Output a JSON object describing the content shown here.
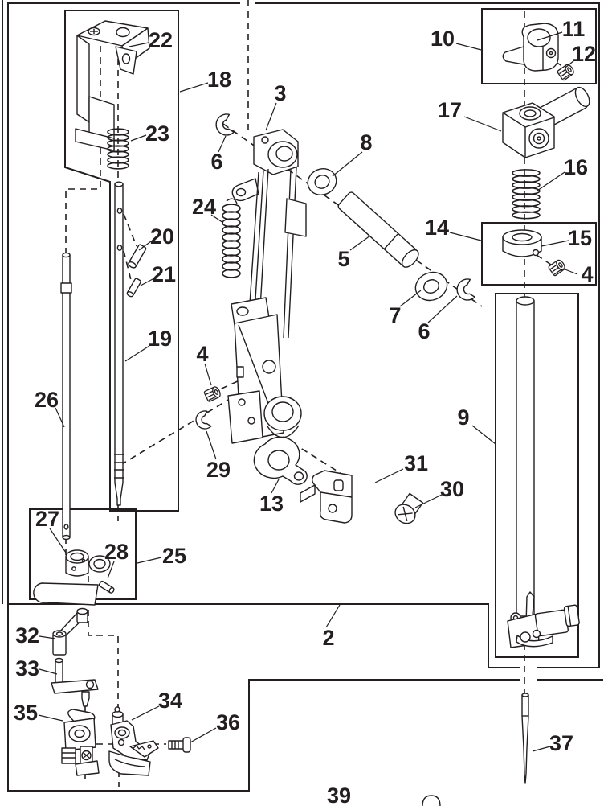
{
  "figure": {
    "type": "exploded-parts-diagram",
    "background_color": "#ffffff",
    "line_color": "#231f20",
    "callouts": [
      {
        "id": "2",
        "label": "2"
      },
      {
        "id": "3",
        "label": "3"
      },
      {
        "id": "4a",
        "label": "4"
      },
      {
        "id": "4b",
        "label": "4"
      },
      {
        "id": "5",
        "label": "5"
      },
      {
        "id": "6a",
        "label": "6"
      },
      {
        "id": "6b",
        "label": "6"
      },
      {
        "id": "7",
        "label": "7"
      },
      {
        "id": "8",
        "label": "8"
      },
      {
        "id": "9",
        "label": "9"
      },
      {
        "id": "10",
        "label": "10"
      },
      {
        "id": "11",
        "label": "11"
      },
      {
        "id": "12",
        "label": "12"
      },
      {
        "id": "13",
        "label": "13"
      },
      {
        "id": "14",
        "label": "14"
      },
      {
        "id": "15",
        "label": "15"
      },
      {
        "id": "16",
        "label": "16"
      },
      {
        "id": "17",
        "label": "17"
      },
      {
        "id": "18",
        "label": "18"
      },
      {
        "id": "19",
        "label": "19"
      },
      {
        "id": "20",
        "label": "20"
      },
      {
        "id": "21",
        "label": "21"
      },
      {
        "id": "22",
        "label": "22"
      },
      {
        "id": "23",
        "label": "23"
      },
      {
        "id": "24",
        "label": "24"
      },
      {
        "id": "25",
        "label": "25"
      },
      {
        "id": "26",
        "label": "26"
      },
      {
        "id": "27",
        "label": "27"
      },
      {
        "id": "28",
        "label": "28"
      },
      {
        "id": "29",
        "label": "29"
      },
      {
        "id": "30",
        "label": "30"
      },
      {
        "id": "31",
        "label": "31"
      },
      {
        "id": "32",
        "label": "32"
      },
      {
        "id": "33",
        "label": "33"
      },
      {
        "id": "34",
        "label": "34"
      },
      {
        "id": "35",
        "label": "35"
      },
      {
        "id": "36",
        "label": "36"
      },
      {
        "id": "37",
        "label": "37"
      },
      {
        "id": "39",
        "label": "39"
      }
    ]
  }
}
